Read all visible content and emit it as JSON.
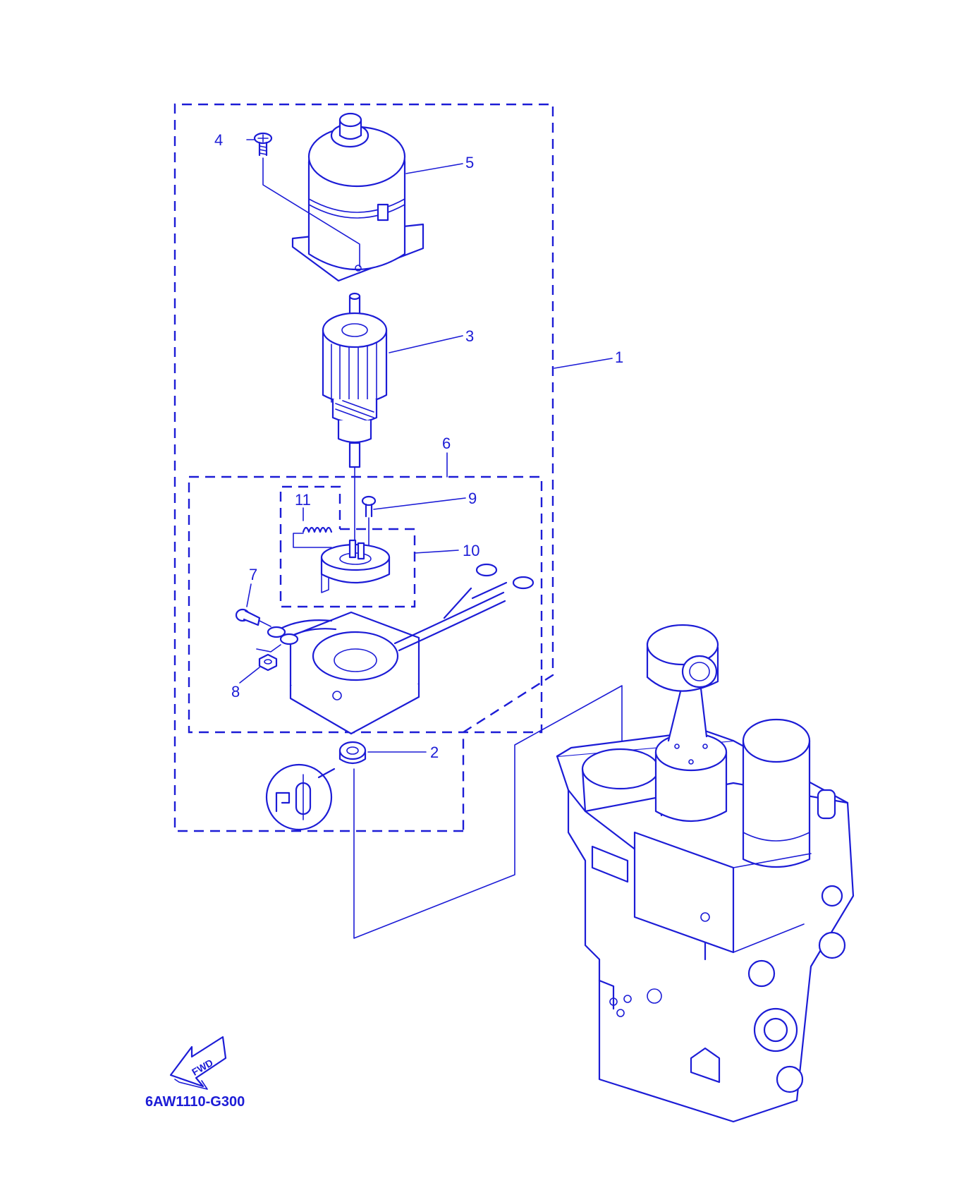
{
  "diagram": {
    "callouts": [
      {
        "id": "1",
        "text": "1"
      },
      {
        "id": "2",
        "text": "2"
      },
      {
        "id": "3",
        "text": "3"
      },
      {
        "id": "4",
        "text": "4"
      },
      {
        "id": "5",
        "text": "5"
      },
      {
        "id": "6",
        "text": "6"
      },
      {
        "id": "7",
        "text": "7"
      },
      {
        "id": "8",
        "text": "8"
      },
      {
        "id": "9",
        "text": "9"
      },
      {
        "id": "10",
        "text": "10"
      },
      {
        "id": "11",
        "text": "11"
      }
    ],
    "fwd_label": "FWD",
    "drawing_code": "6AW1110-G300",
    "line_color": "#1c1cd6",
    "icons": [
      "fwd-arrow-icon",
      "grease-symbol-icon"
    ]
  }
}
